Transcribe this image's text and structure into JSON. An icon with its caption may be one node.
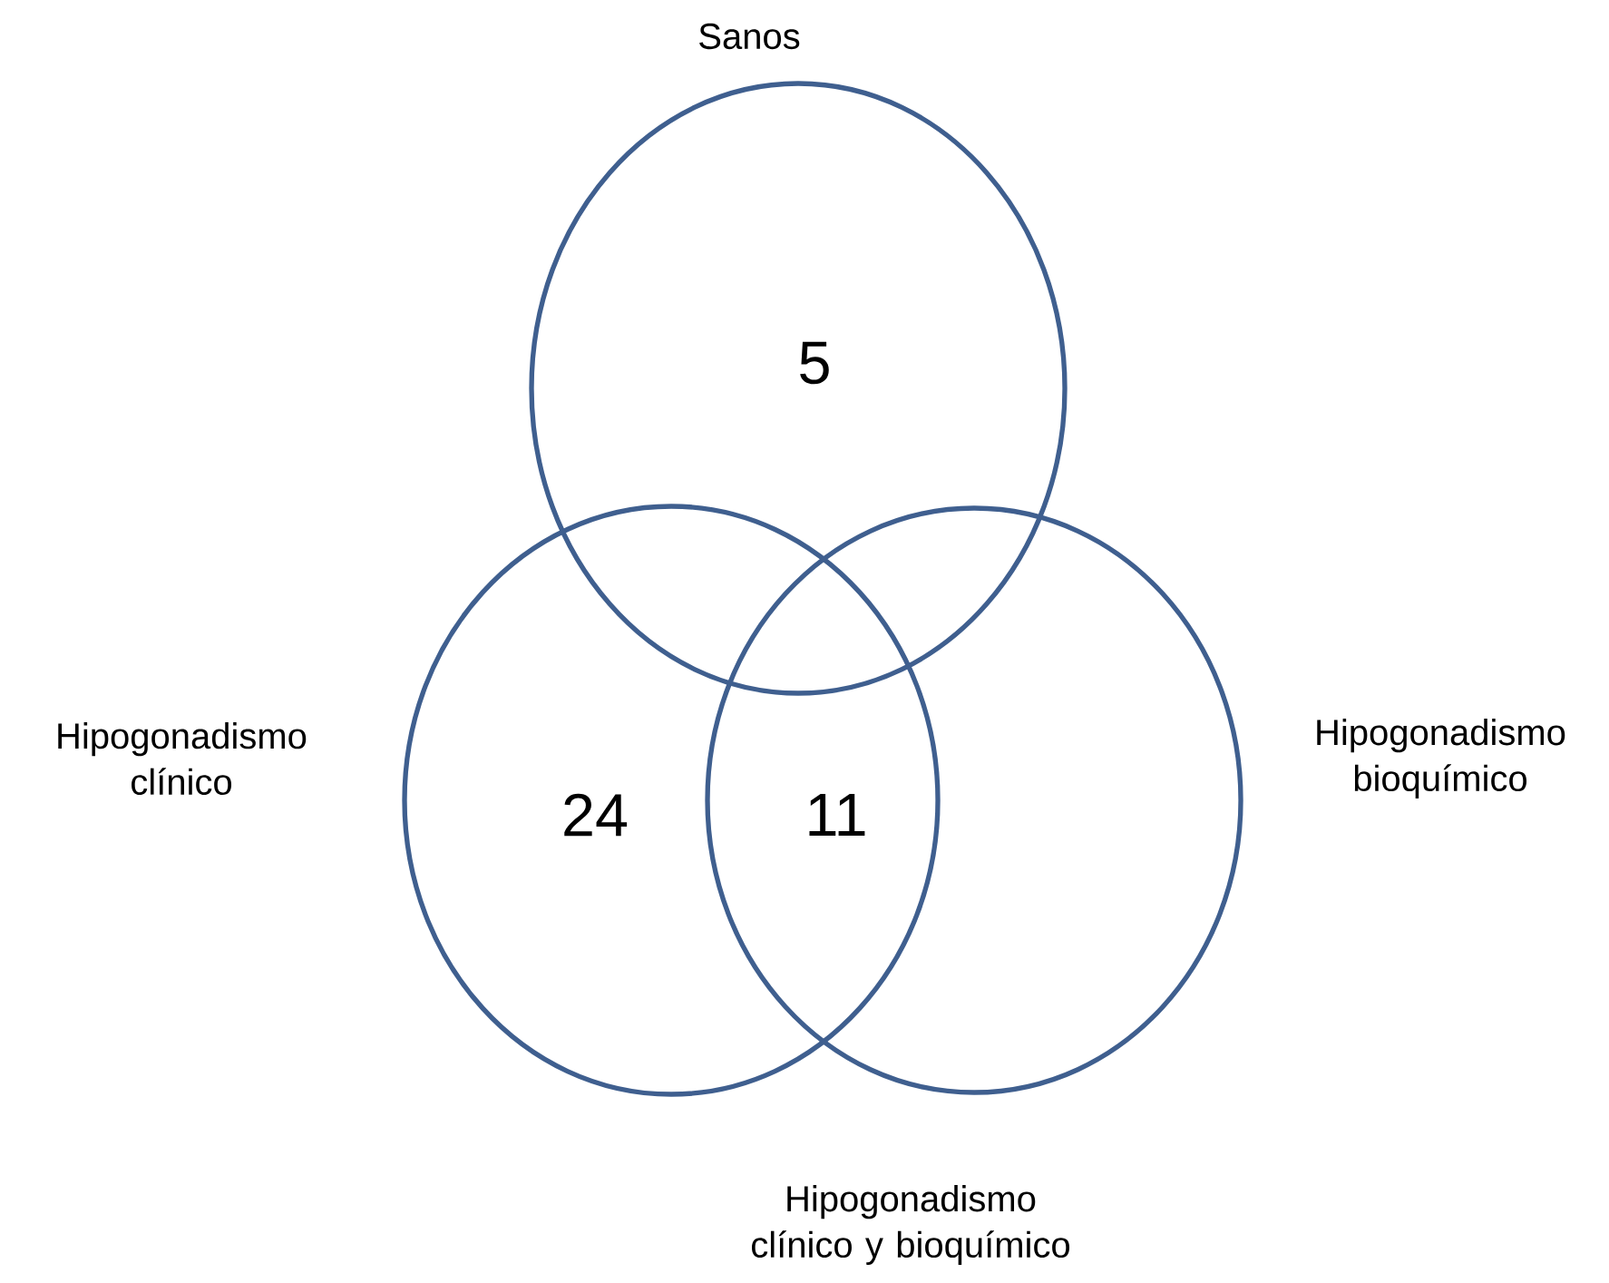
{
  "diagram": {
    "nodes": [
      {
        "text": [
          "Sanos",
          "5"
        ]
      },
      {
        "text": [
          "Hipogonadismo clínico",
          "24"
        ]
      },
      {
        "text": [
          "Hipogonadismo bioquímico"
        ]
      }
    ],
    "labels": [
      "11",
      "Hipogonadismo clínico y bioquímico"
    ]
  }
}
